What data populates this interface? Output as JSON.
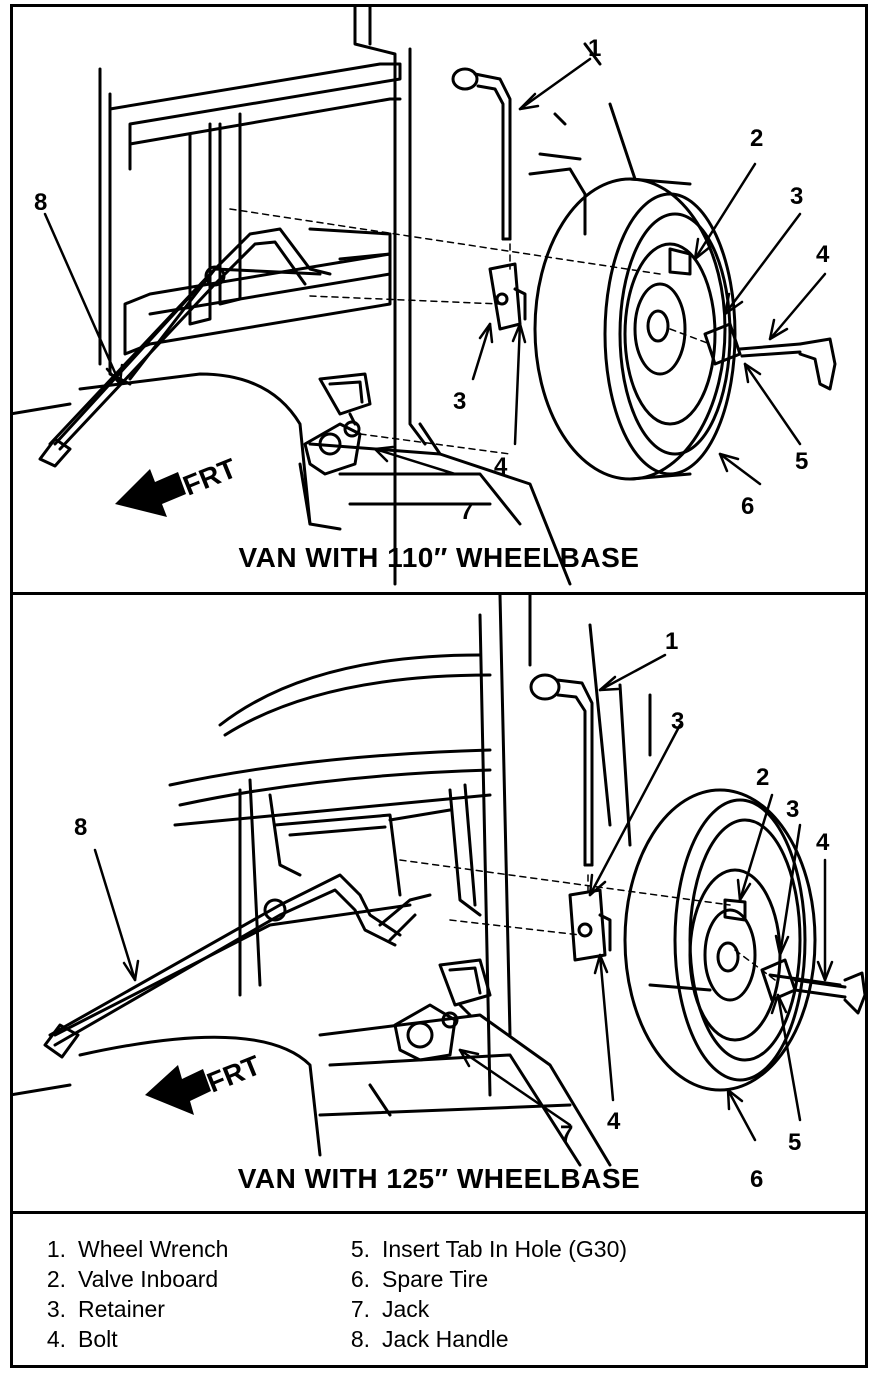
{
  "panels": [
    {
      "title": "VAN WITH 110″ WHEELBASE",
      "frt_label": "FRT"
    },
    {
      "title": "VAN WITH 125″ WHEELBASE",
      "frt_label": "FRT"
    }
  ],
  "callout_numbers": [
    "1",
    "2",
    "3",
    "4",
    "5",
    "6",
    "7",
    "8"
  ],
  "legend": [
    {
      "num": "1.",
      "label": "Wheel Wrench"
    },
    {
      "num": "2.",
      "label": "Valve Inboard"
    },
    {
      "num": "3.",
      "label": "Retainer"
    },
    {
      "num": "4.",
      "label": "Bolt"
    },
    {
      "num": "5.",
      "label": "Insert Tab In Hole (G30)"
    },
    {
      "num": "6.",
      "label": "Spare Tire"
    },
    {
      "num": "7.",
      "label": "Jack"
    },
    {
      "num": "8.",
      "label": "Jack Handle"
    }
  ]
}
